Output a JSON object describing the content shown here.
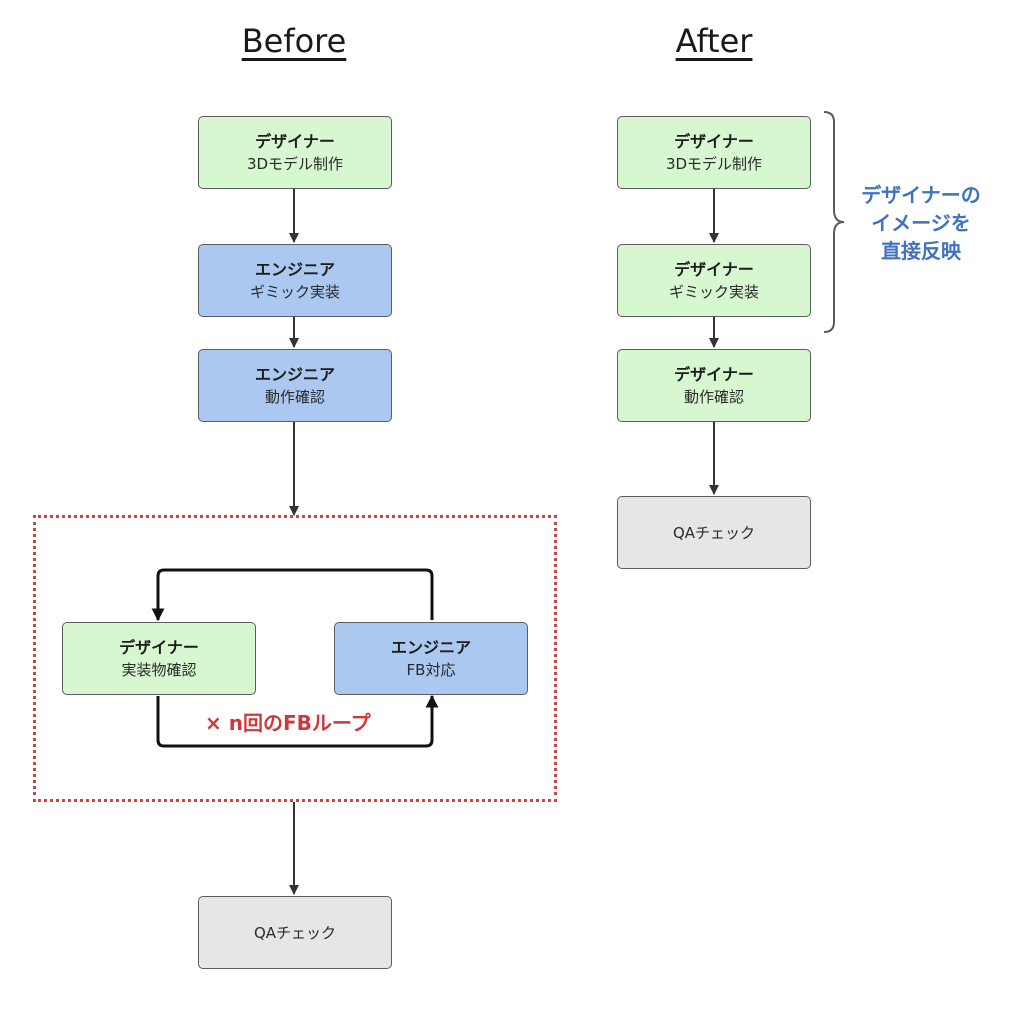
{
  "before": {
    "title": "Before",
    "steps": [
      {
        "role": "デザイナー",
        "task": "3Dモデル制作"
      },
      {
        "role": "エンジニア",
        "task": "ギミック実装"
      },
      {
        "role": "エンジニア",
        "task": "動作確認"
      }
    ],
    "loop": {
      "designer": {
        "role": "デザイナー",
        "task": "実装物確認"
      },
      "engineer": {
        "role": "エンジニア",
        "task": "FB対応"
      },
      "label": "× n回のFBループ"
    },
    "qa": {
      "task": "QAチェック"
    }
  },
  "after": {
    "title": "After",
    "steps": [
      {
        "role": "デザイナー",
        "task": "3Dモデル制作"
      },
      {
        "role": "デザイナー",
        "task": "ギミック実装"
      },
      {
        "role": "デザイナー",
        "task": "動作確認"
      }
    ],
    "qa": {
      "task": "QAチェック"
    },
    "note": [
      "デザイナーの",
      "イメージを",
      "直接反映"
    ]
  },
  "colors": {
    "designer": "#d6f7d0",
    "engineer": "#aac8f0",
    "qa": "#e6e6e6",
    "loop_frame": "#c84646",
    "loop_label": "#d0373b",
    "note": "#3f72c0"
  }
}
